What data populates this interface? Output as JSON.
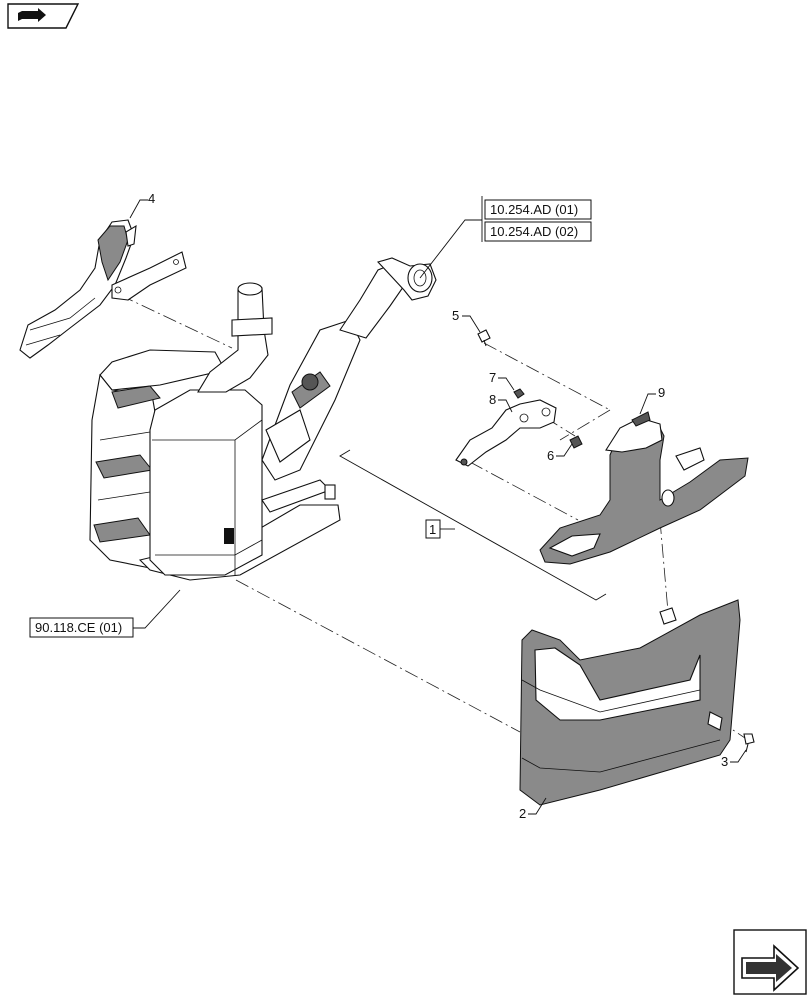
{
  "references": {
    "ref_1": "10.254.AD (01)",
    "ref_2": "10.254.AD (02)",
    "ref_3": "90.118.CE (01)"
  },
  "callouts": {
    "c1": "1",
    "c2": "2",
    "c3": "3",
    "c4": "4",
    "c5": "5",
    "c6": "6",
    "c7": "7",
    "c8": "8",
    "c9": "9"
  },
  "icons": {
    "top_left": "book-arrow-icon",
    "bottom_right": "next-page-arrow-icon"
  }
}
